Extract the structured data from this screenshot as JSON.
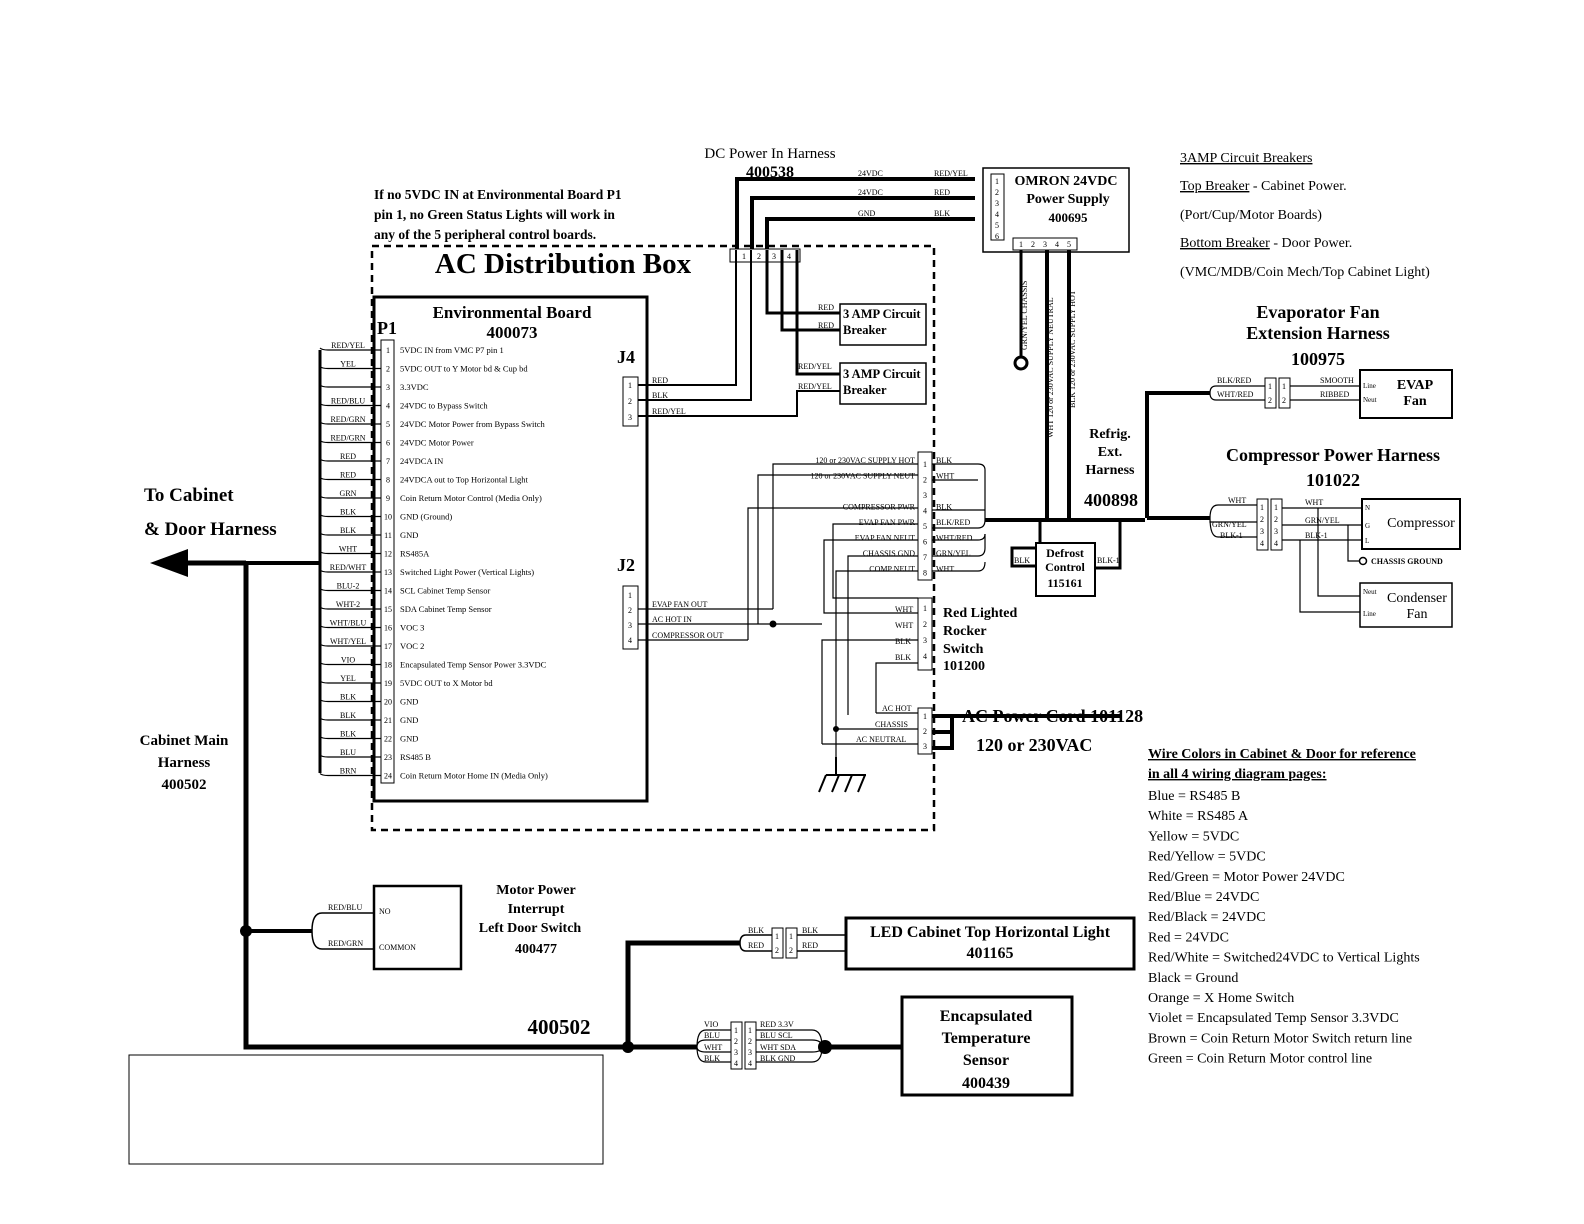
{
  "dc_harness": {
    "title": "DC Power In Harness",
    "part": "400538",
    "wires": [
      {
        "v": "24VDC",
        "c": "RED/YEL"
      },
      {
        "v": "24VDC",
        "c": "RED"
      },
      {
        "v": "GND",
        "c": "BLK"
      }
    ]
  },
  "omron": {
    "line1": "OMRON 24VDC",
    "line2": "Power Supply",
    "part": "400695",
    "pins_left": [
      "1",
      "2",
      "3",
      "4",
      "5",
      "6"
    ],
    "pins_bottom": [
      "1",
      "2",
      "3",
      "4",
      "5"
    ]
  },
  "omron_wires": [
    "GRN/YEL CHASSIS",
    "WHT 120 or 230VAC SUPPLY NEUTRAL",
    "BLK 120 or 230VAC SUPPLY HOT"
  ],
  "breaker_notes": {
    "title": "3AMP Circuit Breakers",
    "top_label": "Top Breaker",
    "top_text": " - Cabinet Power.",
    "top_sub": "(Port/Cup/Motor Boards)",
    "bottom_label": "Bottom Breaker",
    "bottom_text": " - Door Power.",
    "bottom_sub": "(VMC/MDB/Coin Mech/Top Cabinet Light)"
  },
  "status_note": [
    "If no 5VDC IN at Environmental Board P1",
    "pin 1, no Green Status Lights will work in",
    "any of the 5 peripheral control boards."
  ],
  "ac_box": {
    "title": "AC Distribution Box",
    "connector_pins": [
      "1",
      "2",
      "3",
      "4"
    ]
  },
  "env_board": {
    "title": "Environmental Board",
    "part": "400073",
    "p1": "P1",
    "j4": "J4",
    "j2": "J2",
    "pins": [
      {
        "n": "1",
        "d": "5VDC IN from VMC P7 pin 1",
        "c": "RED/YEL"
      },
      {
        "n": "2",
        "d": "5VDC OUT to Y Motor bd & Cup bd",
        "c": "YEL"
      },
      {
        "n": "3",
        "d": "3.3VDC",
        "c": ""
      },
      {
        "n": "4",
        "d": "24VDC to Bypass Switch",
        "c": "RED/BLU"
      },
      {
        "n": "5",
        "d": "24VDC Motor Power from Bypass Switch",
        "c": "RED/GRN"
      },
      {
        "n": "6",
        "d": "24VDC Motor Power",
        "c": "RED/GRN"
      },
      {
        "n": "7",
        "d": "24VDCA IN",
        "c": "RED"
      },
      {
        "n": "8",
        "d": "24VDCA out to Top Horizontal Light",
        "c": "RED"
      },
      {
        "n": "9",
        "d": "Coin Return Motor Control (Media Only)",
        "c": "GRN"
      },
      {
        "n": "10",
        "d": "GND (Ground)",
        "c": "BLK"
      },
      {
        "n": "11",
        "d": "GND",
        "c": "BLK"
      },
      {
        "n": "12",
        "d": "RS485A",
        "c": "WHT"
      },
      {
        "n": "13",
        "d": "Switched Light Power (Vertical Lights)",
        "c": "RED/WHT"
      },
      {
        "n": "14",
        "d": "SCL Cabinet Temp Sensor",
        "c": "BLU-2"
      },
      {
        "n": "15",
        "d": "SDA Cabinet Temp Sensor",
        "c": "WHT-2"
      },
      {
        "n": "16",
        "d": "VOC 3",
        "c": "WHT/BLU"
      },
      {
        "n": "17",
        "d": "VOC 2",
        "c": "WHT/YEL"
      },
      {
        "n": "18",
        "d": "Encapsulated Temp Sensor Power 3.3VDC",
        "c": "VIO"
      },
      {
        "n": "19",
        "d": "5VDC OUT to X Motor bd",
        "c": "YEL"
      },
      {
        "n": "20",
        "d": "GND",
        "c": "BLK"
      },
      {
        "n": "21",
        "d": "GND",
        "c": "BLK"
      },
      {
        "n": "22",
        "d": "GND",
        "c": "BLK"
      },
      {
        "n": "23",
        "d": "RS485 B",
        "c": "BLU"
      },
      {
        "n": "24",
        "d": "Coin Return Motor Home IN (Media Only)",
        "c": "BRN"
      }
    ],
    "j4_pins": [
      {
        "n": "1",
        "c": "RED"
      },
      {
        "n": "2",
        "c": "BLK"
      },
      {
        "n": "3",
        "c": "RED/YEL"
      }
    ],
    "j2_pins": [
      {
        "n": "1",
        "c": ""
      },
      {
        "n": "2",
        "c": "EVAP FAN OUT"
      },
      {
        "n": "3",
        "c": "AC HOT IN"
      },
      {
        "n": "4",
        "c": "COMPRESSOR OUT"
      }
    ]
  },
  "breakers": [
    {
      "line1": "3 AMP Circuit",
      "line2": "Breaker",
      "wires": [
        "RED",
        "RED"
      ]
    },
    {
      "line1": "3 AMP Circuit",
      "line2": "Breaker",
      "wires": [
        "RED/YEL",
        "RED/YEL"
      ]
    }
  ],
  "terminal_8": {
    "pins": [
      {
        "n": "1",
        "l": "120 or 230VAC  SUPPLY HOT",
        "r": "BLK"
      },
      {
        "n": "2",
        "l": "120 or 230VAC  SUPPLY NEUT",
        "r": "WHT"
      },
      {
        "n": "3",
        "l": "",
        "r": ""
      },
      {
        "n": "4",
        "l": "COMPRESSOR PWR",
        "r": "BLK"
      },
      {
        "n": "5",
        "l": "EVAP FAN PWR",
        "r": "BLK/RED"
      },
      {
        "n": "6",
        "l": "EVAP FAN NEUT",
        "r": "WHT/RED"
      },
      {
        "n": "7",
        "l": "CHASSIS GND",
        "r": "GRN/YEL"
      },
      {
        "n": "8",
        "l": "COMP NEUT",
        "r": "WHT"
      }
    ]
  },
  "rocker": {
    "line1": "Red Lighted",
    "line2": "Rocker",
    "line3": "Switch",
    "part": "101200",
    "pins": [
      {
        "n": "1",
        "c": "WHT"
      },
      {
        "n": "2",
        "c": "WHT"
      },
      {
        "n": "3",
        "c": "BLK"
      },
      {
        "n": "4",
        "c": "BLK"
      }
    ]
  },
  "ac_cord": {
    "title": "AC Power Cord 101128",
    "voltage": "120 or 230VAC",
    "pins": [
      {
        "n": "1",
        "c": "AC HOT"
      },
      {
        "n": "2",
        "c": "CHASSIS"
      },
      {
        "n": "3",
        "c": "AC NEUTRAL"
      }
    ]
  },
  "refrig": {
    "line1": "Refrig.",
    "line2": "Ext.",
    "line3": "Harness",
    "part": "400898"
  },
  "defrost": {
    "line1": "Defrost",
    "line2": "Control",
    "part": "115161",
    "left": "BLK",
    "right": "BLK-1"
  },
  "evap_harness": {
    "line1": "Evaporator Fan",
    "line2": "Extension Harness",
    "part": "100975",
    "left_wires": [
      "BLK/RED",
      "WHT/RED"
    ],
    "pins": [
      "1",
      "2"
    ],
    "right_wires": [
      "SMOOTH",
      "RIBBED"
    ],
    "fan_title": "EVAP",
    "fan_sub": "Fan",
    "fan_line": "Line",
    "fan_neut": "Neut"
  },
  "comp_harness": {
    "line1": "Compressor Power Harness",
    "part": "101022",
    "left_wires": [
      "WHT",
      "GRN/YEL",
      "BLK-1"
    ],
    "pins": [
      "1",
      "2",
      "3",
      "4"
    ],
    "right_wires": [
      "WHT",
      "GRN/YEL",
      "BLK-1"
    ],
    "comp_title": "Compressor",
    "n": "N",
    "g": "G",
    "l": "L",
    "chassis": "CHASSIS GROUND",
    "cond_title": "Condenser",
    "cond_sub": "Fan",
    "cond_neut": "Neut",
    "cond_line": "Line"
  },
  "to_cabinet": {
    "line1": "To Cabinet",
    "line2": "& Door Harness"
  },
  "cabinet_main": {
    "line1": "Cabinet Main",
    "line2": "Harness",
    "part": "400502"
  },
  "motor_interrupt": {
    "line1": "Motor Power",
    "line2": "Interrupt",
    "line3": "Left Door Switch",
    "part": "400477",
    "wires": [
      "RED/BLU",
      "RED/GRN"
    ],
    "no": "NO",
    "common": "COMMON"
  },
  "harness_label": "400502",
  "led_light": {
    "line1": "LED Cabinet Top Horizontal Light",
    "part": "401165",
    "left_wires": [
      "BLK",
      "RED"
    ],
    "pins": [
      "1",
      "2"
    ],
    "right_wires": [
      "BLK",
      "RED"
    ]
  },
  "temp_sensor": {
    "line1": "Encapsulated",
    "line2": "Temperature",
    "line3": "Sensor",
    "part": "400439",
    "left_wires": [
      "VIO",
      "BLU",
      "WHT",
      "BLK"
    ],
    "pins": [
      "1",
      "2",
      "3",
      "4"
    ],
    "right_wires": [
      "RED 3.3V",
      "BLU SCL",
      "WHT SDA",
      "BLK GND"
    ]
  },
  "wire_colors": {
    "title1": "Wire Colors in Cabinet & Door for reference",
    "title2": "in all 4 wiring diagram pages:",
    "items": [
      "Blue = RS485 B",
      "White = RS485 A",
      "Yellow = 5VDC",
      "Red/Yellow = 5VDC",
      "Red/Green = Motor Power 24VDC",
      "Red/Blue = 24VDC",
      "Red/Black = 24VDC",
      "Red = 24VDC",
      "Red/White = Switched24VDC to Vertical Lights",
      "Black = Ground",
      "Orange = X Home Switch",
      "Violet = Encapsulated Temp Sensor 3.3VDC",
      "Brown = Coin Return Motor Switch return line",
      "Green = Coin Return Motor control line"
    ]
  }
}
